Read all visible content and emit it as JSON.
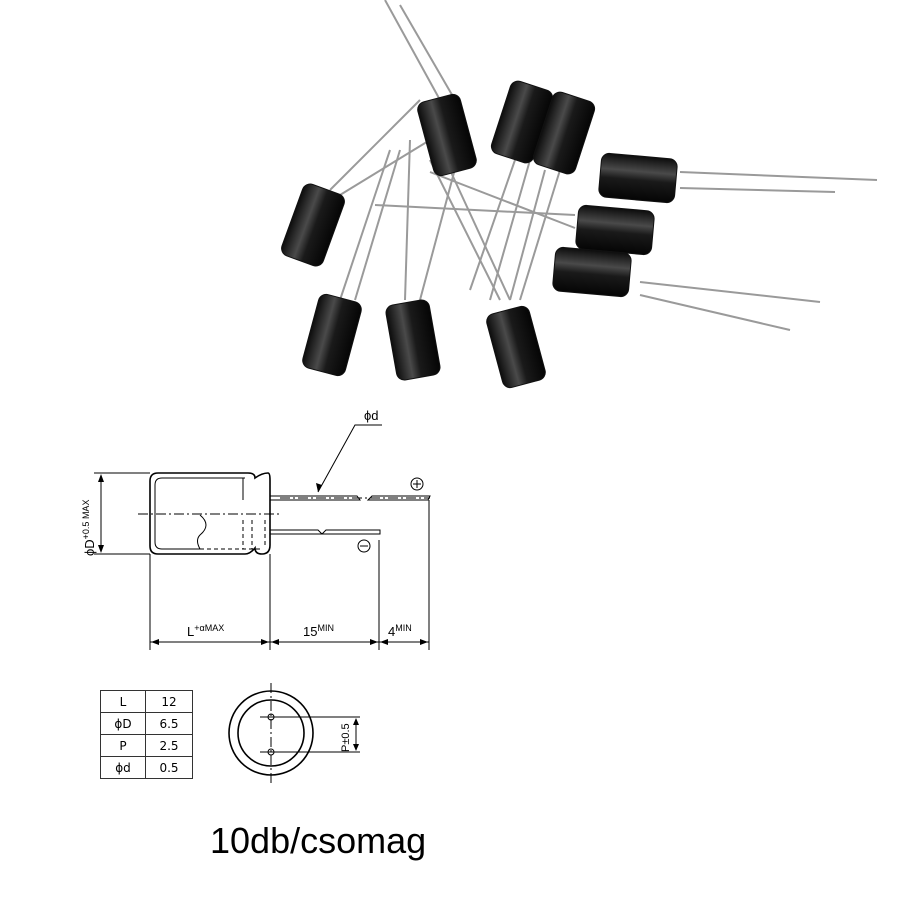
{
  "diagram": {
    "lead_diameter_label": "ϕd",
    "diameter_label": "ϕD",
    "diameter_tolerance": "+0.5 MAX",
    "length_label": "L",
    "length_tolerance": "+α",
    "length_suffix": "MAX",
    "lead_length": "15",
    "lead_length_suffix": "MIN",
    "lead_offset": "4",
    "lead_offset_suffix": "MIN",
    "positive_symbol": "⊕",
    "negative_symbol": "⊖",
    "pitch_label": "P±0.5"
  },
  "spec_table": [
    {
      "key": "L",
      "value": "12"
    },
    {
      "key": "ϕD",
      "value": "6.5"
    },
    {
      "key": "P",
      "value": "2.5"
    },
    {
      "key": "ϕd",
      "value": "0.5"
    }
  ],
  "caption": "10db/csomag",
  "colors": {
    "capacitor": "#1a1a1a",
    "lead": "#9a9a9a"
  }
}
